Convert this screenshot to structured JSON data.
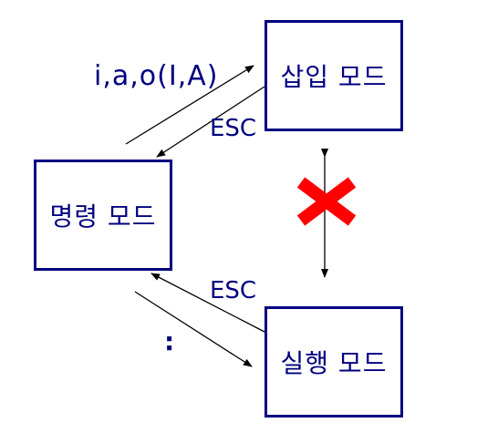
{
  "nodes": {
    "insert_mode": "삽입 모드",
    "command_mode": "명령 모드",
    "execute_mode": "실행 모드"
  },
  "edges": {
    "command_to_insert": "i,a,o(I,A)",
    "insert_to_command": "ESC",
    "execute_to_command": "ESC",
    "command_to_execute": ":"
  },
  "marks": {
    "forbidden_icon": "cross-icon"
  },
  "colors": {
    "box_border": "#000080",
    "text": "#000080",
    "arrow": "#000000",
    "cross": "#ff0000"
  }
}
